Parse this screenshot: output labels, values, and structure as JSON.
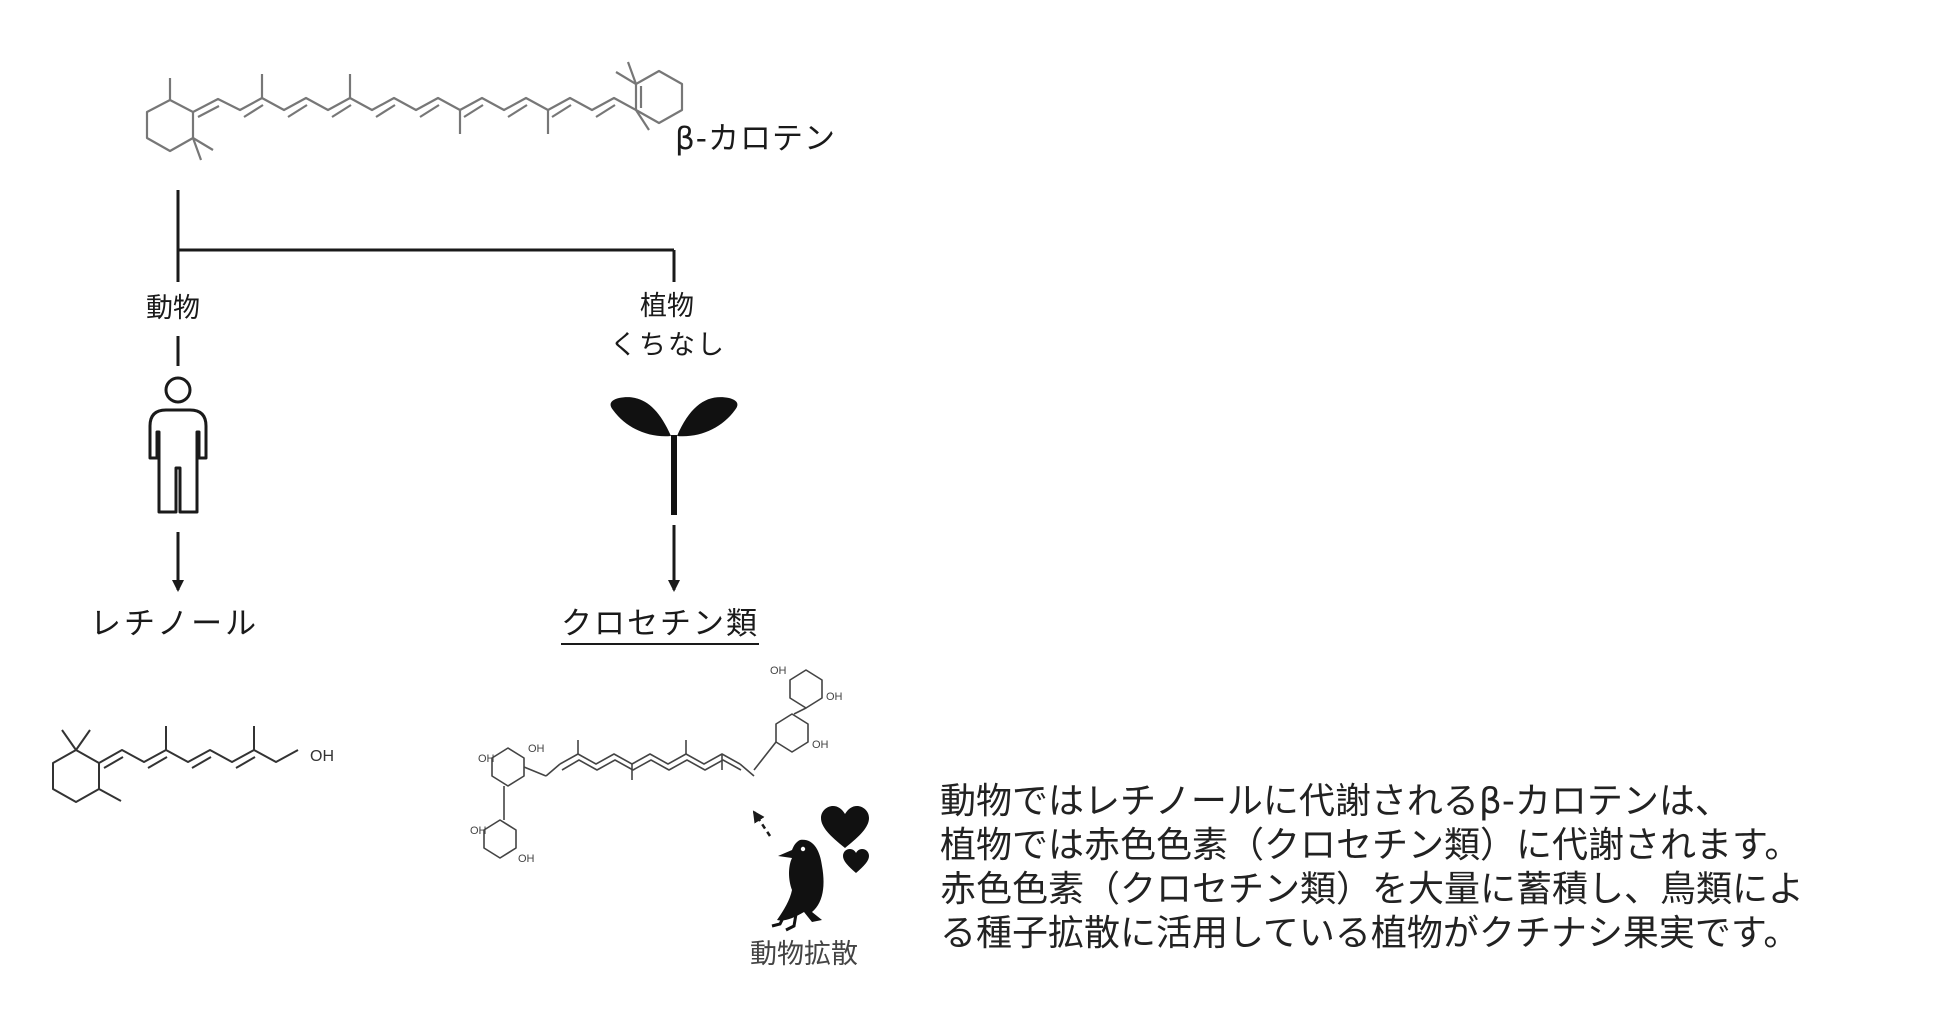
{
  "labels": {
    "beta_carotene": "β-カロテン",
    "animal": "動物",
    "plant": "植物",
    "gardenia": "くちなし",
    "retinol": "レチノール",
    "crocetins": "クロセチン類",
    "animal_dispersal": "動物拡散"
  },
  "molecule_labels": {
    "hydroxyl": "OH"
  },
  "description": [
    "動物ではレチノールに代謝されるβ-カロテンは、",
    "植物では赤色色素（クロセチン類）に代謝されます。",
    "赤色色素（クロセチン類）を大量に蓄積し、鳥類によ",
    "る種子拡散に活用している植物がクチナシ果実です。"
  ],
  "icons": [
    "human-icon",
    "sprout-icon",
    "bird-icon",
    "heart-icon"
  ]
}
